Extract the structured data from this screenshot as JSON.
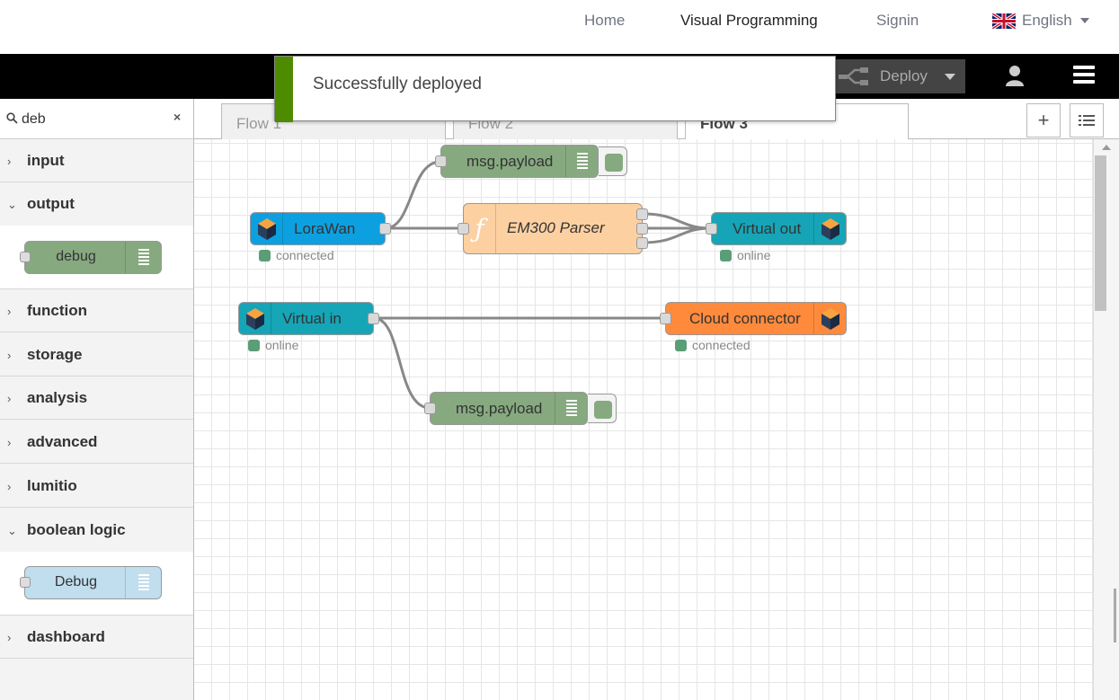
{
  "nav": {
    "links": [
      "Home",
      "Visual Programming",
      "Signin"
    ],
    "language": "English"
  },
  "header": {
    "deploy_label": "Deploy"
  },
  "notification": {
    "message": "Successfully deployed",
    "color": "#4d8b00"
  },
  "palette": {
    "search_value": "deb",
    "clear_label": "×",
    "categories": [
      "input",
      "output",
      "function",
      "storage",
      "analysis",
      "advanced",
      "lumitio",
      "boolean logic",
      "dashboard"
    ],
    "output_node": {
      "label": "debug",
      "color": "#87a980"
    },
    "boolean_node": {
      "label": "Debug",
      "color": "#c0deed"
    }
  },
  "tabs": [
    "Flow 1",
    "Flow 2",
    "Flow 3"
  ],
  "tab_buttons": {
    "add": "+"
  },
  "flow": {
    "nodes": [
      {
        "id": "dbg1",
        "label": "msg.payload",
        "color": "#87a980"
      },
      {
        "id": "lora",
        "label": "LoraWan",
        "status": "connected",
        "color": "#0da0e0"
      },
      {
        "id": "parser",
        "label": "EM300 Parser",
        "color": "#fdd0a2"
      },
      {
        "id": "vout",
        "label": "Virtual out",
        "status": "online",
        "color": "#16a5b6"
      },
      {
        "id": "vin",
        "label": "Virtual in",
        "status": "online",
        "color": "#16a5b6"
      },
      {
        "id": "cloud",
        "label": "Cloud connector",
        "status": "connected",
        "color": "#ff8a3c"
      },
      {
        "id": "dbg2",
        "label": "msg.payload",
        "color": "#87a980"
      }
    ]
  }
}
